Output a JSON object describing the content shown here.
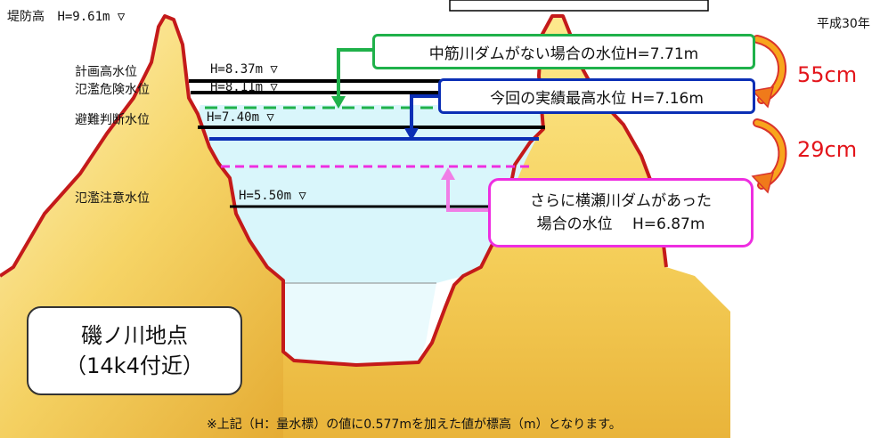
{
  "top_left": {
    "name": "堤防高",
    "value": "H=9.61m ▽"
  },
  "top_right_text": "平成30年",
  "levels": [
    {
      "name": "計画高水位",
      "value": "H=8.37m ▽"
    },
    {
      "name": "氾濫危険水位",
      "value": "H=8.11m ▽"
    },
    {
      "name": "避難判断水位",
      "value": "H=7.40m ▽"
    },
    {
      "name": "氾濫注意水位",
      "value": "H=5.50m ▽"
    }
  ],
  "callouts": {
    "no_dam": "中筋川ダムがない場合の水位H=7.71m",
    "actual": "今回の実績最高水位 H=7.16m",
    "yokose_line1": "さらに横瀬川ダムがあった",
    "yokose_line2": "場合の水位　 H=6.87m"
  },
  "diffs": {
    "first": "55cm",
    "second": "29cm"
  },
  "location": {
    "line1": "磯ノ川地点",
    "line2": "（14k4付近）"
  },
  "footnote": "※上記（H：量水標）の値に0.577mを加えた値が標高（m）となります。",
  "colors": {
    "ground": "#f2c74a",
    "bank_outline": "#c41a1a",
    "water": "#d9f6fb",
    "green": "#1fb14a",
    "blue": "#0b2fb5",
    "magenta": "#ee2ee0",
    "pink": "#f07ee6",
    "red_text": "#e3151b"
  }
}
